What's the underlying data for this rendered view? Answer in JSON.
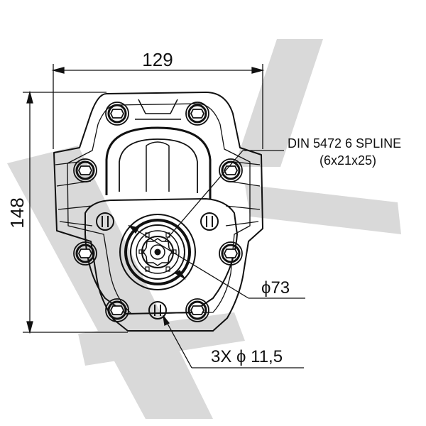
{
  "dimensions": {
    "width_label": "129",
    "height_label": "148"
  },
  "annotations": {
    "spline_line1": "DIN 5472 6 SPLINE",
    "spline_line2": "(6x21x25)",
    "bore_diameter": "ϕ73",
    "holes": "3X ϕ 11,5"
  },
  "colors": {
    "line": "#111111",
    "watermark": "#d9d9d9",
    "background": "#ffffff"
  }
}
